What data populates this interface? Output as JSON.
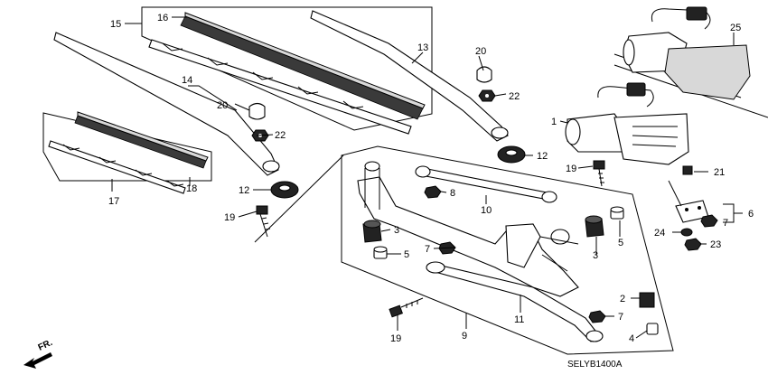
{
  "diagram_code": "SELYB1400A",
  "direction_label": "FR.",
  "callouts": {
    "c1": "1",
    "c2": "2",
    "c3a": "3",
    "c3b": "3",
    "c4": "4",
    "c5a": "5",
    "c5b": "5",
    "c6": "6",
    "c7a": "7",
    "c7b": "7",
    "c7c": "7",
    "c8": "8",
    "c9": "9",
    "c10": "10",
    "c11": "11",
    "c12a": "12",
    "c12b": "12",
    "c13": "13",
    "c14": "14",
    "c15": "15",
    "c16": "16",
    "c17": "17",
    "c18": "18",
    "c19a": "19",
    "c19b": "19",
    "c19c": "19",
    "c20a": "20",
    "c20b": "20",
    "c21": "21",
    "c22a": "22",
    "c22b": "22",
    "c23": "23",
    "c24": "24",
    "c25": "25"
  }
}
